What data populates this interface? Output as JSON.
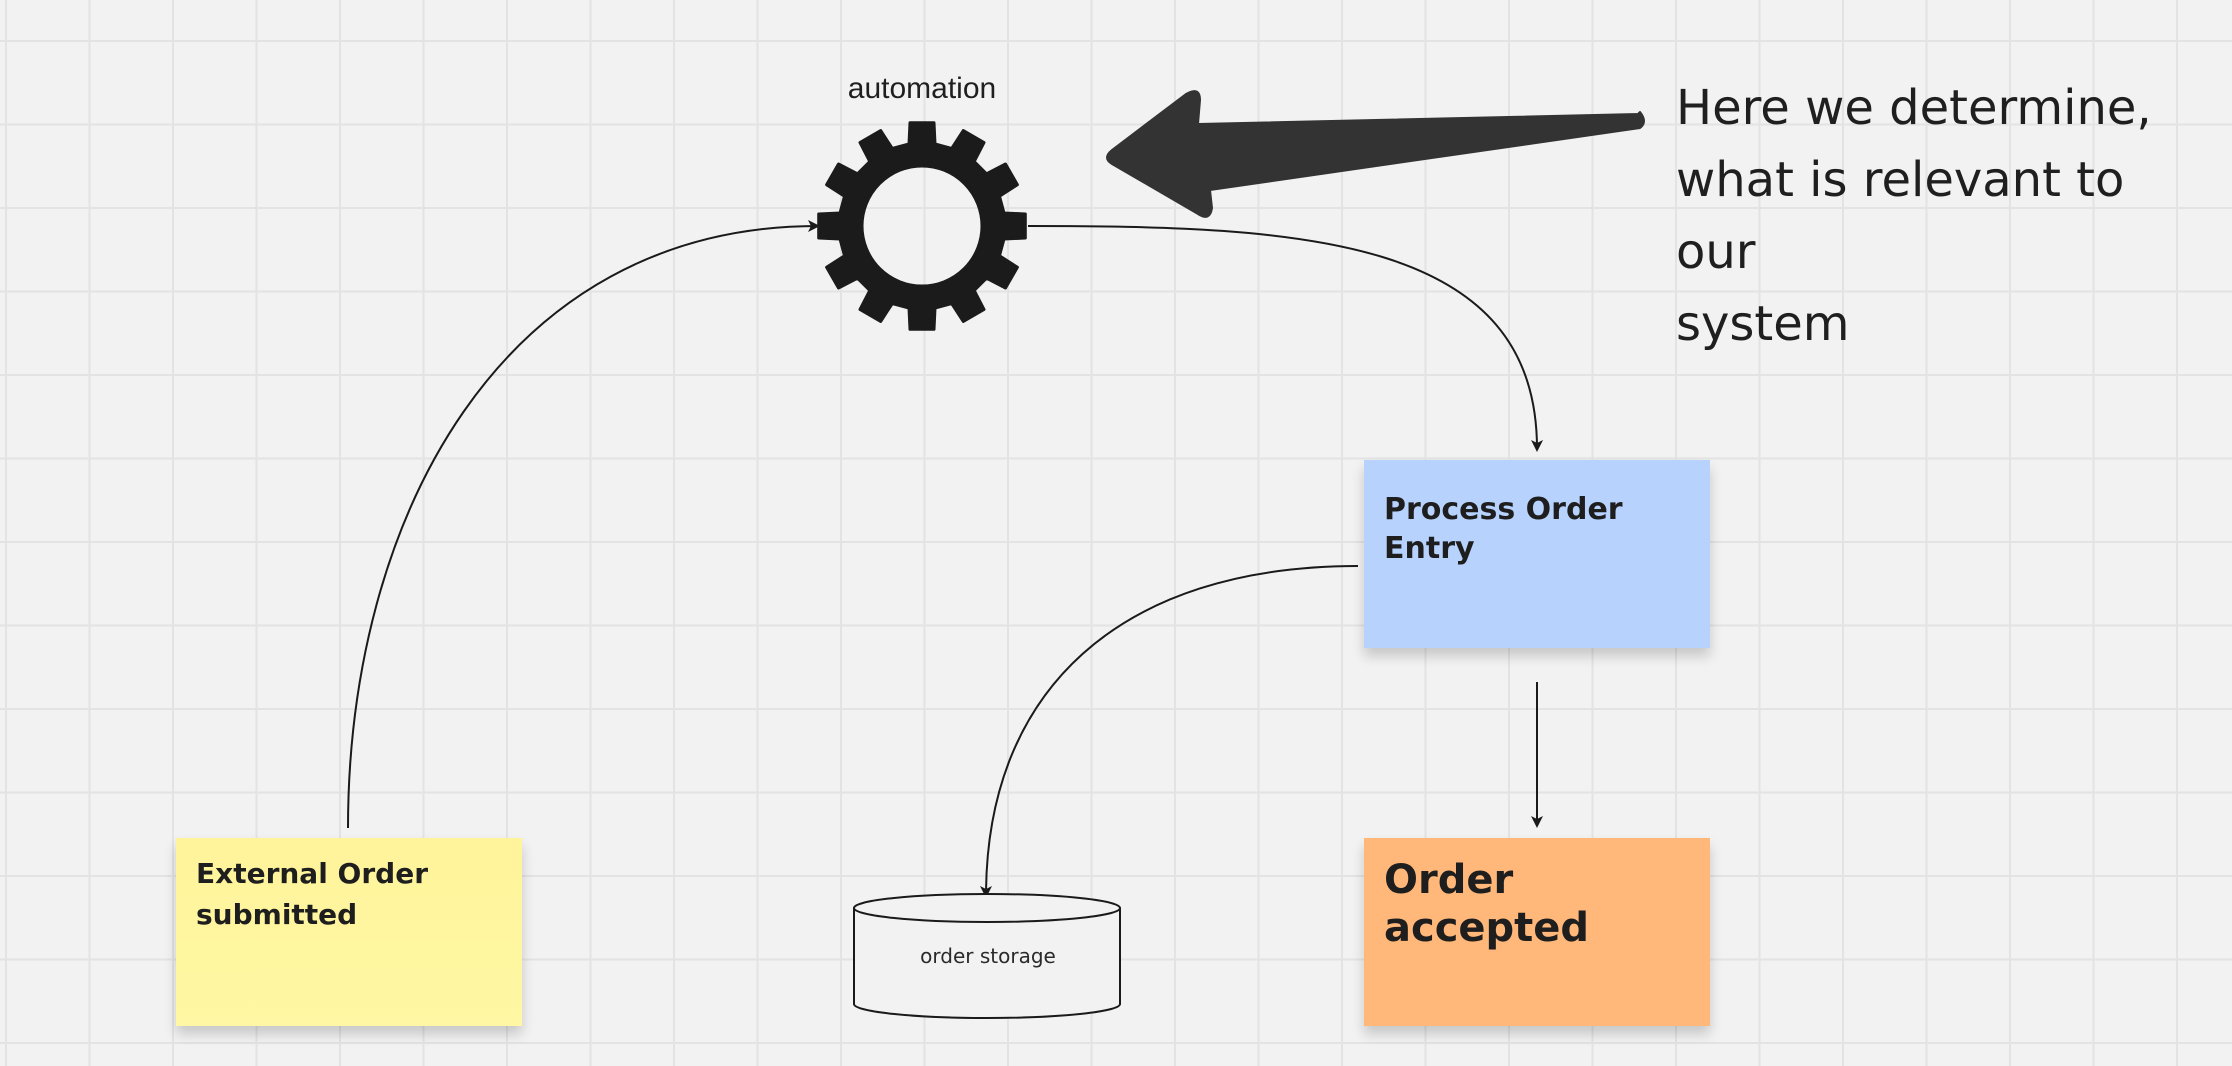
{
  "colors": {
    "canvas_background": "#f2f2f2",
    "grid_line": "#e3e3e3",
    "sticky_yellow": "#fff49b",
    "sticky_blue": "#b6d2fd",
    "sticky_orange": "#ffb77a",
    "connector": "#1a1a1a",
    "gear": "#1b1b1b",
    "pointer_arrow": "#333333"
  },
  "nodes": {
    "external_order": {
      "label": "External Order submitted"
    },
    "automation": {
      "label": "automation",
      "icon": "gear-icon"
    },
    "process_order": {
      "label": "Process Order Entry"
    },
    "order_accepted": {
      "label": "Order accepted"
    },
    "order_storage": {
      "label": "order storage",
      "shape": "cylinder"
    }
  },
  "annotation": {
    "lines": [
      "Here we determine,",
      "what is relevant to our",
      "system"
    ]
  },
  "connectors": [
    {
      "from": "External Order submitted",
      "to": "automation"
    },
    {
      "from": "automation",
      "to": "Process Order Entry"
    },
    {
      "from": "Process Order Entry",
      "to": "order storage"
    },
    {
      "from": "Process Order Entry",
      "to": "Order accepted"
    }
  ]
}
